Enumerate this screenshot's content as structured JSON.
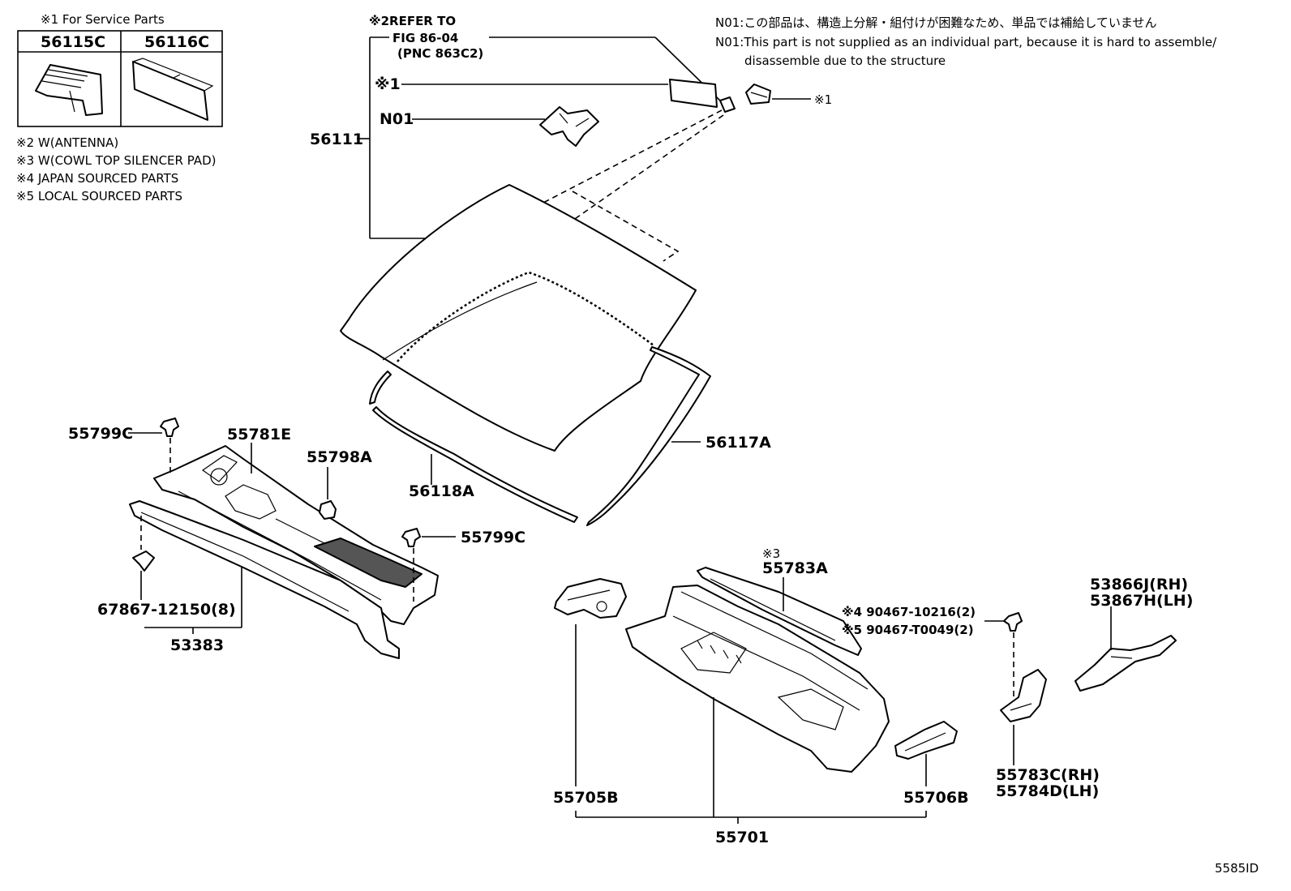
{
  "service_box": {
    "title": "※1 For Service Parts",
    "part_a": "56115C",
    "part_b": "56116C"
  },
  "notes": [
    "※2 W(ANTENNA)",
    "※3 W(COWL TOP SILENCER PAD)",
    "※4 JAPAN SOURCED PARTS",
    "※5 LOCAL SOURCED PARTS"
  ],
  "n01_note": {
    "jp": "N01:この部品は、構造上分解・組付けが困難なため、単品では補給していません",
    "en1": "N01:This part is not supplied as an individual part, because it is hard to assemble/",
    "en2": "disassemble due to the structure"
  },
  "refer": {
    "line1": "※2REFER TO",
    "line2": "FIG 86-04",
    "line3": "(PNC 863C2)"
  },
  "labels": {
    "mark1_left": "※1",
    "n01": "N01",
    "p56111": "56111",
    "mark1_right": "※1",
    "p55799c_top": "55799C",
    "p55781e": "55781E",
    "p55798a": "55798A",
    "p56118a": "56118A",
    "p56117a": "56117A",
    "p55799c_mid": "55799C",
    "p67867": "67867-12150(8)",
    "p53383": "53383",
    "mark3": "※3",
    "p55783a": "55783A",
    "p90467_a": "※4 90467-10216(2)",
    "p90467_b": "※5 90467-T0049(2)",
    "p53866j": "53866J(RH)",
    "p53867h": "53867H(LH)",
    "p55705b": "55705B",
    "p55706b": "55706B",
    "p55783c": "55783C(RH)",
    "p55784d": "55784D(LH)",
    "p55701": "55701"
  },
  "diagram_id": "5585ID"
}
